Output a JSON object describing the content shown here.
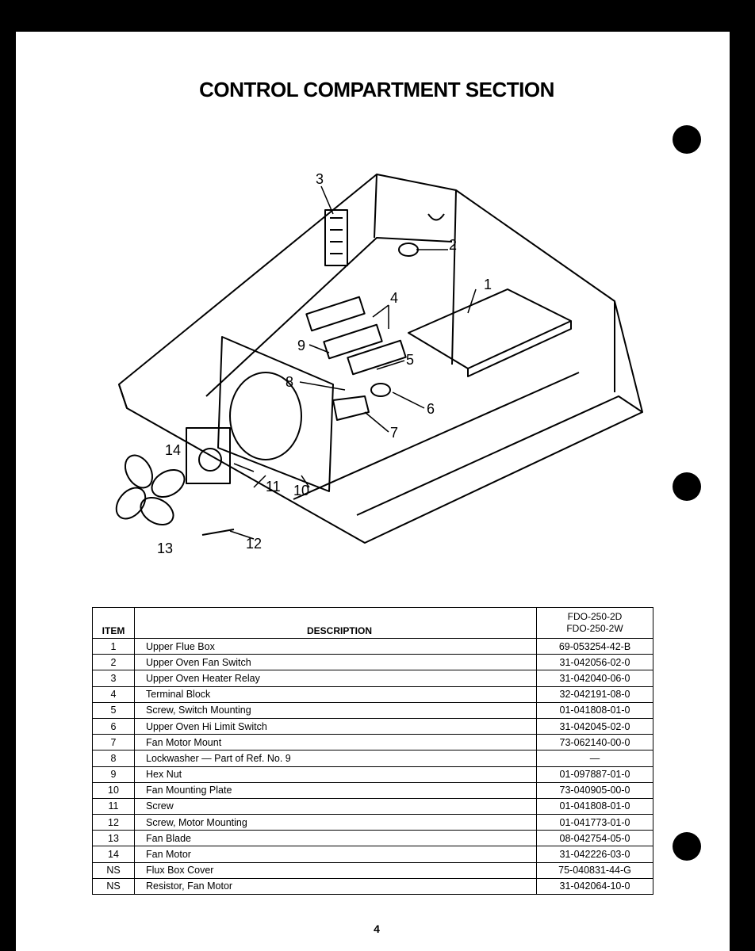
{
  "title": "CONTROL COMPARTMENT SECTION",
  "diagram": {
    "callouts": [
      "1",
      "2",
      "3",
      "4",
      "5",
      "6",
      "7",
      "8",
      "9",
      "10",
      "11",
      "12",
      "13",
      "14"
    ]
  },
  "table": {
    "headers": {
      "item": "ITEM",
      "description": "DESCRIPTION",
      "model_line1": "FDO-250-2D",
      "model_line2": "FDO-250-2W"
    },
    "rows": [
      {
        "item": "1",
        "description": "Upper Flue Box",
        "part": "69-053254-42-B"
      },
      {
        "item": "2",
        "description": "Upper Oven Fan Switch",
        "part": "31-042056-02-0"
      },
      {
        "item": "3",
        "description": "Upper Oven Heater Relay",
        "part": "31-042040-06-0"
      },
      {
        "item": "4",
        "description": "Terminal Block",
        "part": "32-042191-08-0"
      },
      {
        "item": "5",
        "description": "Screw, Switch Mounting",
        "part": "01-041808-01-0"
      },
      {
        "item": "6",
        "description": "Upper Oven Hi Limit Switch",
        "part": "31-042045-02-0"
      },
      {
        "item": "7",
        "description": "Fan Motor Mount",
        "part": "73-062140-00-0"
      },
      {
        "item": "8",
        "description": "Lockwasher — Part of Ref. No. 9",
        "part": "—"
      },
      {
        "item": "9",
        "description": "Hex Nut",
        "part": "01-097887-01-0"
      },
      {
        "item": "10",
        "description": "Fan Mounting Plate",
        "part": "73-040905-00-0"
      },
      {
        "item": "11",
        "description": "Screw",
        "part": "01-041808-01-0"
      },
      {
        "item": "12",
        "description": "Screw, Motor Mounting",
        "part": "01-041773-01-0"
      },
      {
        "item": "13",
        "description": "Fan Blade",
        "part": "08-042754-05-0"
      },
      {
        "item": "14",
        "description": "Fan Motor",
        "part": "31-042226-03-0"
      },
      {
        "item": "NS",
        "description": "Flux Box Cover",
        "part": "75-040831-44-G"
      },
      {
        "item": "NS",
        "description": "Resistor, Fan Motor",
        "part": "31-042064-10-0"
      }
    ]
  },
  "page_number": "4"
}
